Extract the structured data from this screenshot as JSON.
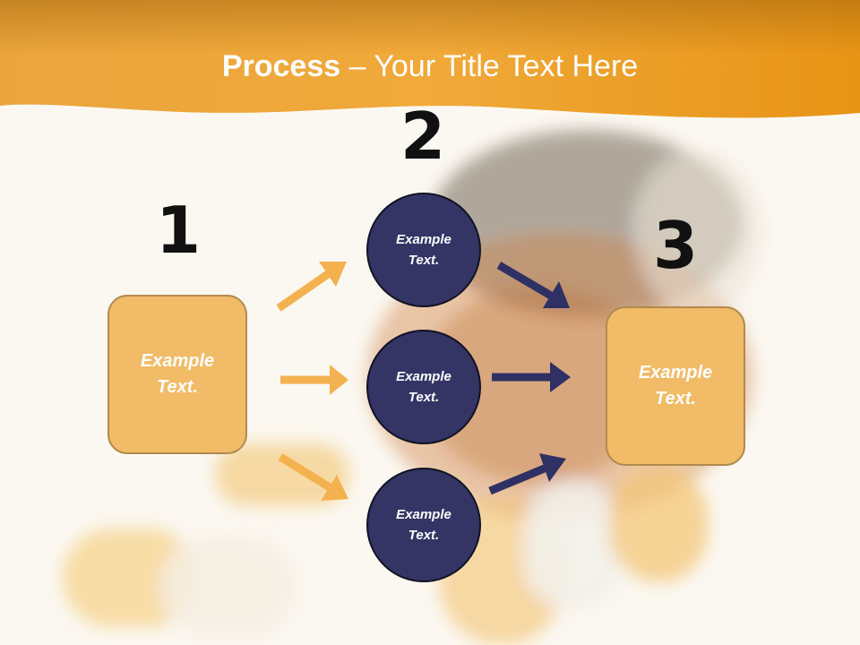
{
  "title": {
    "bold": "Process",
    "rest": " – Your Title Text Here"
  },
  "steps": [
    {
      "number": "1",
      "text": "Example\nText."
    },
    {
      "number": "2",
      "items": [
        "Example\nText.",
        "Example\nText.",
        "Example\nText."
      ]
    },
    {
      "number": "3",
      "text": "Example\nText."
    }
  ],
  "colors": {
    "header": "#f0a326",
    "box_fill": "#f1bb67",
    "circle_fill": "#343565",
    "arrow_light": "#f3b24f",
    "arrow_dark": "#2f3064"
  }
}
